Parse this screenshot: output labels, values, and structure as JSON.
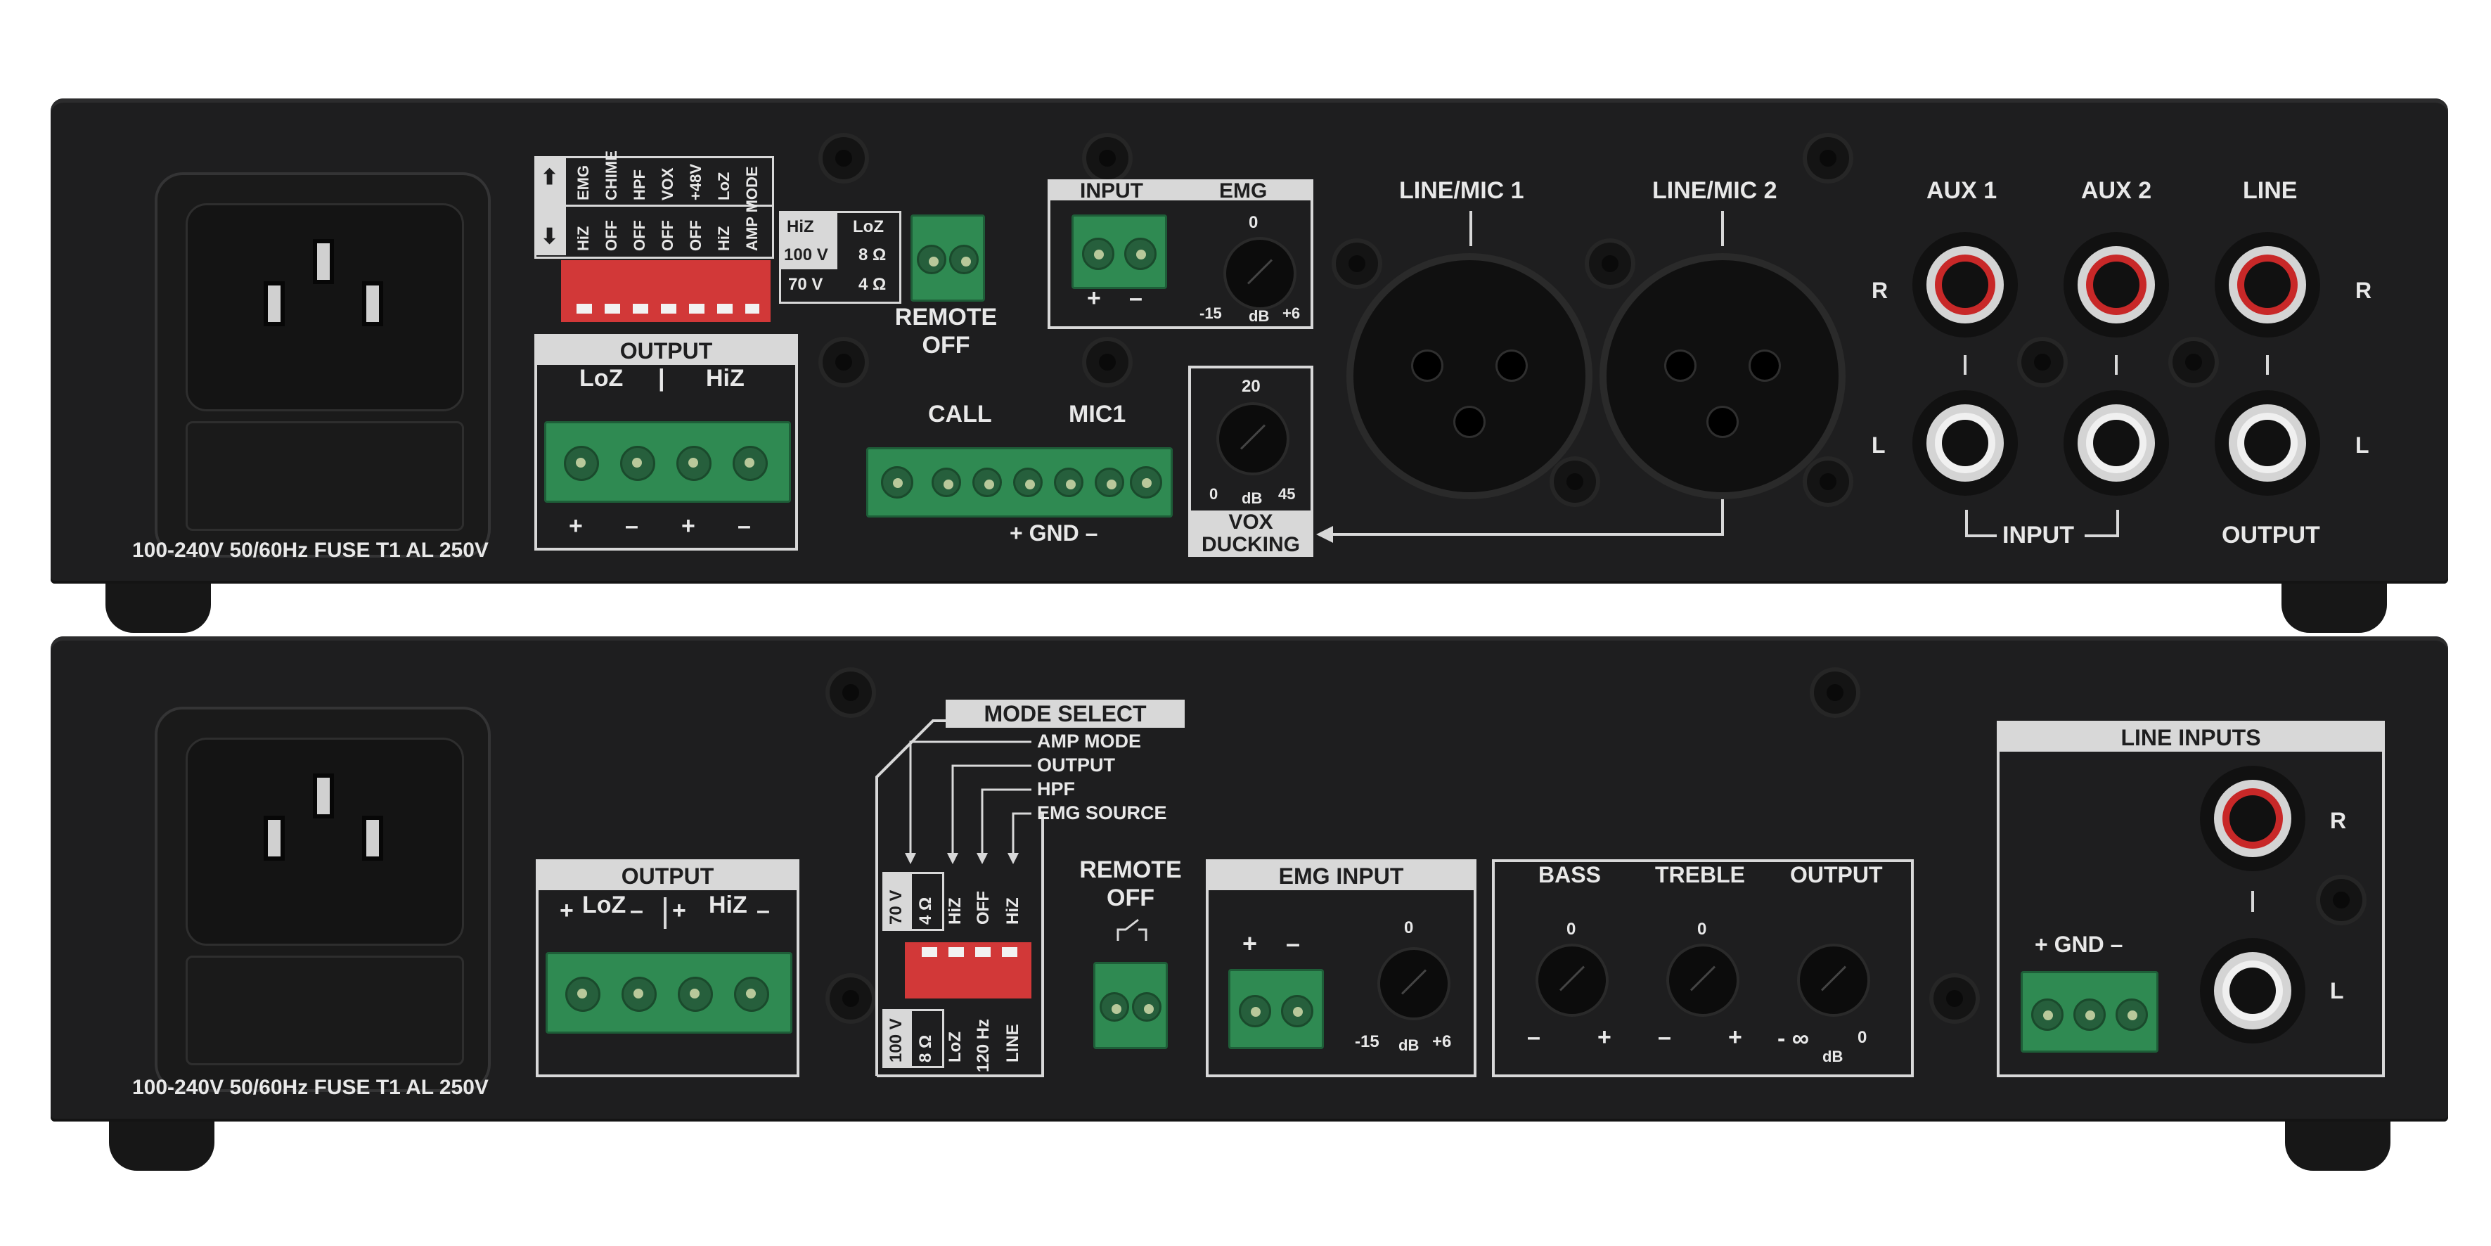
{
  "top_unit": {
    "power_label": "100-240V   50/60Hz   FUSE T1 AL 250V",
    "switch_table": {
      "rows": [
        {
          "up": "EMG",
          "down": "HiZ"
        },
        {
          "up": "CHIME",
          "down": "OFF"
        },
        {
          "up": "HPF",
          "down": "OFF"
        },
        {
          "up": "VOX",
          "down": "OFF"
        },
        {
          "up": "+48V",
          "down": "OFF"
        },
        {
          "up": "LoZ",
          "down": "HiZ"
        },
        {
          "up": "AMP MODE",
          "down": ""
        }
      ],
      "up_arrow": "⬆",
      "down_arrow": "⬇"
    },
    "amp_mode_table": {
      "col1": "HiZ",
      "col2": "LoZ",
      "row1_left": "100 V",
      "row1_right": "8 Ω",
      "row2_left": "70 V",
      "row2_right": "4 Ω"
    },
    "remote_off": {
      "line1": "REMOTE",
      "line2": "OFF"
    },
    "output": {
      "title": "OUTPUT",
      "loz": "LoZ",
      "hiz": "HiZ",
      "plus": "+",
      "minus": "–",
      "sep": "|"
    },
    "input_emg": {
      "input": "INPUT",
      "emg": "EMG",
      "plus": "+",
      "minus": "–",
      "zero": "0",
      "min": "-15",
      "unit": "dB",
      "max": "+6"
    },
    "call_mic": {
      "call": "CALL",
      "mic1": "MIC1",
      "gnd": "+ GND –"
    },
    "vox": {
      "top": "20",
      "min": "0",
      "unit": "dB",
      "max": "45",
      "line1": "VOX",
      "line2": "DUCKING"
    },
    "xlr": {
      "mic1": "LINE/MIC 1",
      "mic2": "LINE/MIC 2"
    },
    "rca": {
      "aux1": "AUX 1",
      "aux2": "AUX 2",
      "line": "LINE",
      "r": "R",
      "l": "L",
      "input": "INPUT",
      "output": "OUTPUT"
    }
  },
  "bottom_unit": {
    "power_label": "100-240V   50/60Hz   FUSE T1 AL 250V",
    "output": {
      "title": "OUTPUT",
      "loz": "LoZ",
      "hiz": "HiZ",
      "plus": "+",
      "minus": "–"
    },
    "mode_select": {
      "title": "MODE SELECT",
      "items": [
        "AMP MODE",
        "OUTPUT",
        "HPF",
        "EMG SOURCE"
      ],
      "up_labels": [
        "70 V",
        "4 Ω",
        "HiZ",
        "OFF",
        "HiZ"
      ],
      "down_labels": [
        "100 V",
        "8 Ω",
        "LoZ",
        "120 Hz",
        "LINE"
      ]
    },
    "remote_off": {
      "line1": "REMOTE",
      "line2": "OFF"
    },
    "emg_input": {
      "title": "EMG INPUT",
      "plus": "+",
      "minus": "–",
      "zero": "0",
      "min": "-15",
      "unit": "dB",
      "max": "+6"
    },
    "tone": {
      "bass": "BASS",
      "treble": "TREBLE",
      "output": "OUTPUT",
      "zero": "0",
      "minus": "–",
      "plus": "+",
      "ninf": "- ∞",
      "max": "0",
      "unit": "dB"
    },
    "line_inputs": {
      "title": "LINE INPUTS",
      "gnd": "+ GND –",
      "r": "R",
      "l": "L"
    }
  }
}
